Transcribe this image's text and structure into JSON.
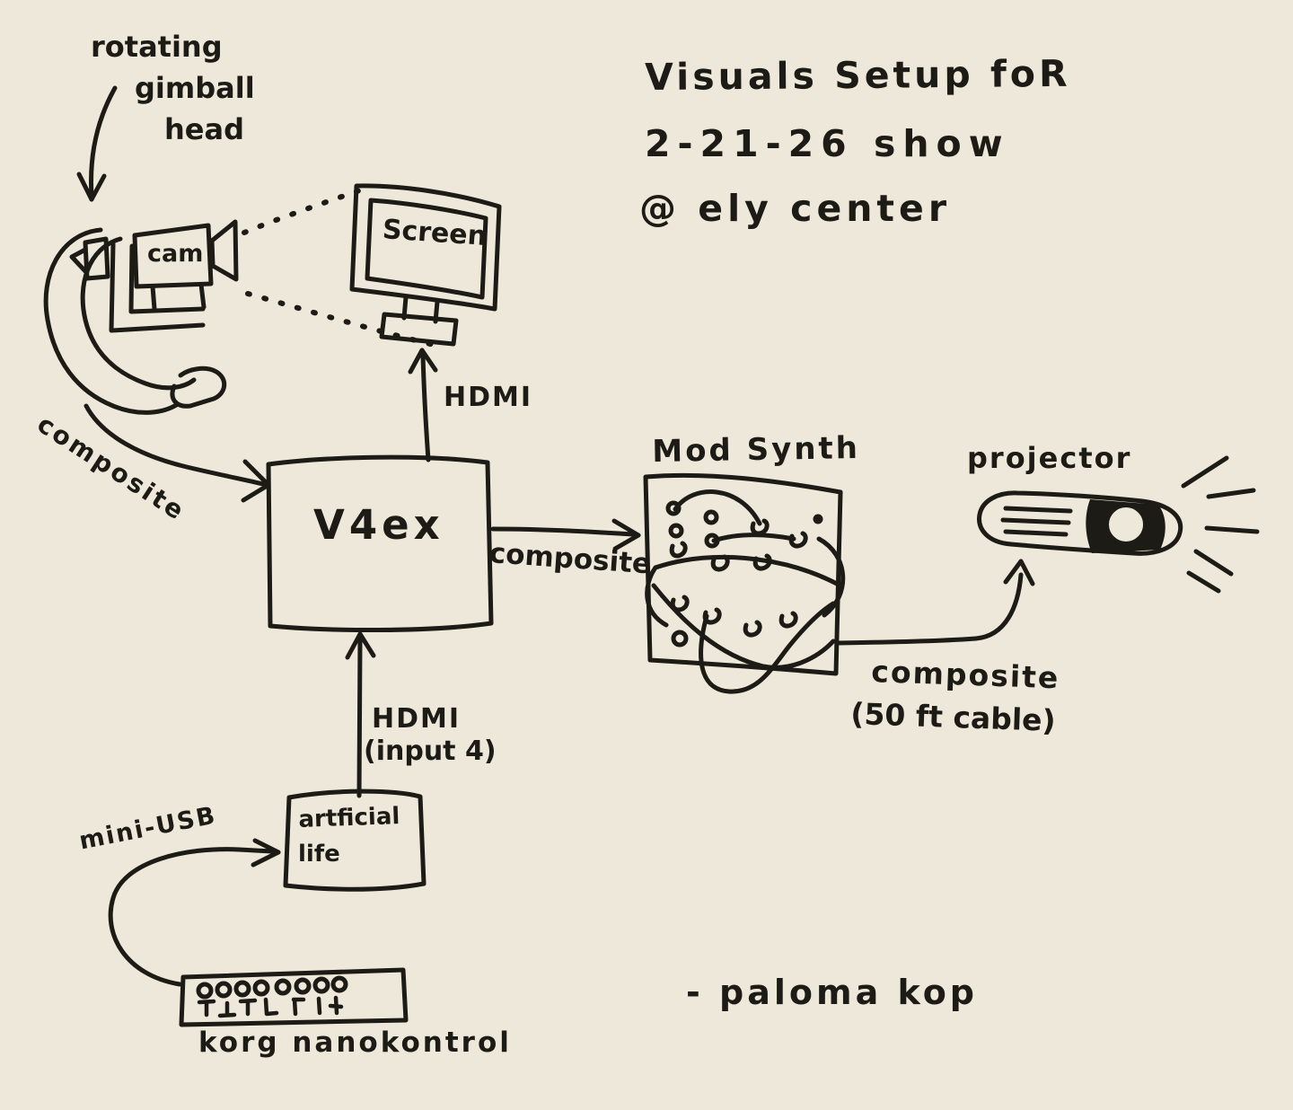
{
  "colors": {
    "background": "#ede8da",
    "ink": "#1d1b16"
  },
  "title": {
    "line1": "Visuals Setup foR",
    "line2": "2-21-26 show",
    "line3": "@ ely center"
  },
  "annotation_gimbal": {
    "line1": "rotating",
    "line2": "gimball",
    "line3": "head"
  },
  "devices": {
    "camera": {
      "label": "cam"
    },
    "screen": {
      "label": "Screen"
    },
    "mixer": {
      "label": "V4ex"
    },
    "mod_synth": {
      "label": "Mod Synth"
    },
    "projector": {
      "label": "projector"
    },
    "artificial_life": {
      "line1": "artficial",
      "line2": "life"
    },
    "korg": {
      "label": "korg nanokontrol"
    }
  },
  "cables": {
    "cam_to_mixer": {
      "label": "composite"
    },
    "mixer_to_screen": {
      "label": "HDMI"
    },
    "mixer_to_synth": {
      "label": "composite"
    },
    "synth_to_projector": {
      "line1": "composite",
      "line2": "(50 ft cable)"
    },
    "artlife_to_mixer": {
      "line1": "HDMI",
      "line2": "(input 4)"
    },
    "korg_to_artlife": {
      "label": "mini-USB"
    }
  },
  "signature": "- paloma kop"
}
